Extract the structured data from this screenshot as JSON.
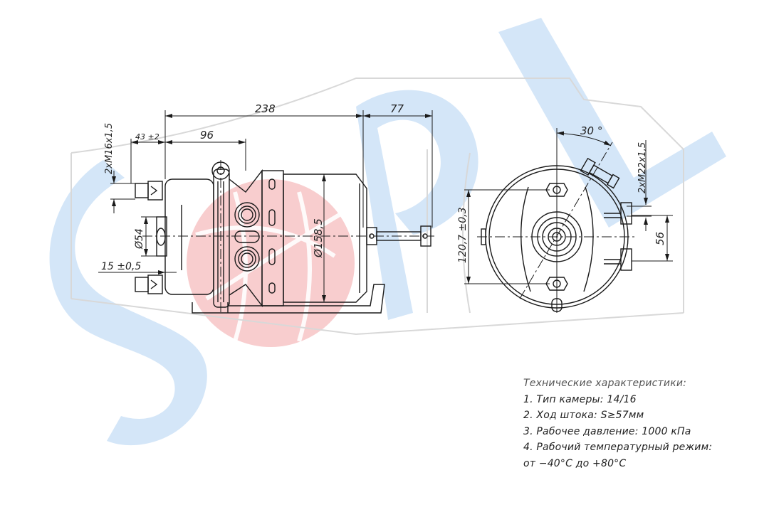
{
  "watermark": {
    "text": "SaPL",
    "blue_color": "#cfe3f7",
    "red_color": "#f7c4c6"
  },
  "drawing": {
    "side_view": {
      "dimensions": {
        "overall_length": "238",
        "rod_extension": "77",
        "body_length": "96",
        "port_offset": "43 ±2",
        "port_thread": "2xM16x1,5",
        "boss_diameter": "Ø54",
        "flange_offset": "15 ±0,5",
        "body_diameter": "Ø158,5"
      }
    },
    "front_view": {
      "dimensions": {
        "angle": "30 °",
        "port_thread": "2xM22x1,5",
        "port_spacing": "56",
        "bolt_spacing": "120,7 ±0,3"
      }
    },
    "line_color": "#1a1a1a"
  },
  "specs": {
    "title": "Технические характеристики:",
    "items": [
      "1. Тип камеры: 14/16",
      "2. Ход штока: S≥57мм",
      "3. Рабочее давление: 1000 кПа",
      "4. Рабочий температурный режим:",
      "от −40°C до +80°C"
    ]
  }
}
